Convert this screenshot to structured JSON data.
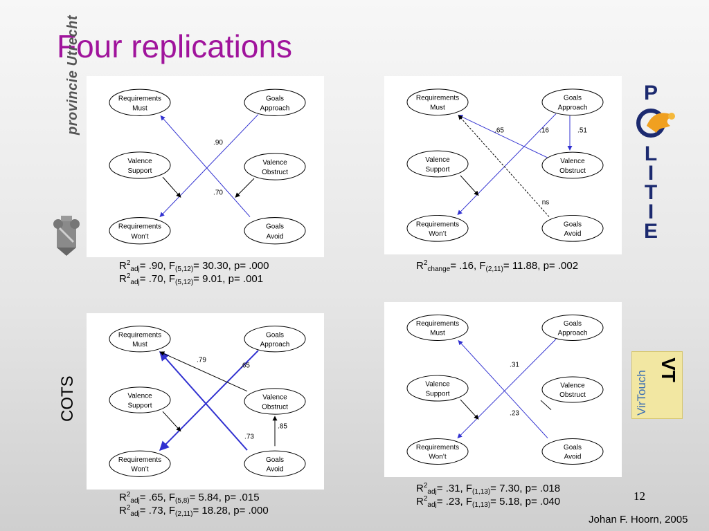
{
  "title": "Four replications",
  "side_label": "COTS",
  "page_number": "12",
  "author": "Johan F. Hoorn, 2005",
  "logos": {
    "utrecht": {
      "text": "provincie Utrecht",
      "icon": "coat-of-arms-icon"
    },
    "politie": {
      "letters": [
        "P",
        "O",
        "L",
        "I",
        "T",
        "I",
        "E"
      ],
      "icon": "police-emblem-icon"
    },
    "virtouch": {
      "text": "VirTouch",
      "mark": "VT"
    }
  },
  "nodes": {
    "req_must": [
      "Requirements",
      "Must"
    ],
    "goals_approach": [
      "Goals",
      "Approach"
    ],
    "valence_support": [
      "Valence",
      "Support"
    ],
    "valence_obstruct": [
      "Valence",
      "Obstruct"
    ],
    "req_wont": [
      "Requirements",
      "Won’t"
    ],
    "goals_avoid": [
      "Goals",
      "Avoid"
    ]
  },
  "colors": {
    "path_blue": "#3030d0",
    "path_black": "#000000",
    "title_purple": "#a0149c"
  },
  "diagrams": [
    {
      "id": "top-left",
      "coefficients": [
        ".90",
        ".70"
      ],
      "stats": [
        {
          "pre": "R",
          "sup": "2",
          "sub": "adj",
          "mid": "= .90, F",
          "fsub": "(5,12)",
          "post": "= 30.30, p= .000"
        },
        {
          "pre": "R",
          "sup": "2",
          "sub": "adj",
          "mid": "= .70, F",
          "fsub": "(5,12)",
          "post": "=   9.01, p= .001"
        }
      ]
    },
    {
      "id": "top-right",
      "coefficients": [
        ".65",
        ".16",
        ".51",
        "ns"
      ],
      "stats": [
        {
          "pre": "R",
          "sup": "2",
          "sub": "change",
          "mid": "= .16, F",
          "fsub": "(2,11)",
          "post": "= 11.88, p= .002"
        }
      ]
    },
    {
      "id": "bottom-left",
      "coefficients": [
        ".79",
        ".65",
        ".85",
        ".73"
      ],
      "stats": [
        {
          "pre": "R",
          "sup": "2",
          "sub": "adj",
          "mid": "= .65, F",
          "fsub": "(5,8)",
          "post": "=    5.84, p= .015"
        },
        {
          "pre": "R",
          "sup": "2",
          "sub": "adj",
          "mid": "= .73, F",
          "fsub": "(2,11)",
          "post": "= 18.28, p= .000"
        }
      ]
    },
    {
      "id": "bottom-right",
      "coefficients": [
        ".31",
        ".23"
      ],
      "stats": [
        {
          "pre": "R",
          "sup": "2",
          "sub": "adj",
          "mid": "= .31, F",
          "fsub": "(1,13)",
          "post": "= 7.30, p= .018"
        },
        {
          "pre": "R",
          "sup": "2",
          "sub": "adj",
          "mid": "= .23, F",
          "fsub": "(1,13)",
          "post": "= 5.18, p= .040"
        }
      ]
    }
  ]
}
